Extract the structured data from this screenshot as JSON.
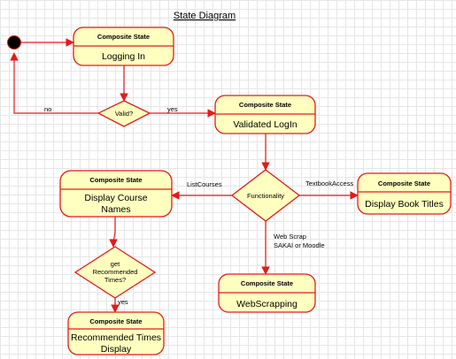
{
  "title": "State Diagram",
  "state_header": "Composite State",
  "states": {
    "logging_in": "Logging In",
    "validated_login": "Validated LogIn",
    "display_course_names_1": "Display Course",
    "display_course_names_2": "Names",
    "display_book_titles": "Display Book Titles",
    "webscrapping": "WebScrapping",
    "recommended_times_1": "Recommended Times",
    "recommended_times_2": "Display"
  },
  "decisions": {
    "valid": "Valid?",
    "functionality": "Functionality",
    "recommended_1": "get",
    "recommended_2": "Recommended",
    "recommended_3": "Times?"
  },
  "edge_labels": {
    "no": "no",
    "yes_valid": "yes",
    "list_courses": "ListCourses",
    "textbook_access": "TextbookAccess",
    "web_scrap_1": "Web Scrap",
    "web_scrap_2": "SAKAI or Moodle",
    "yes_recommended": "yes"
  },
  "colors": {
    "stroke": "#e31b1b",
    "fill": "#ffffc0",
    "initial_node": "#000000"
  }
}
